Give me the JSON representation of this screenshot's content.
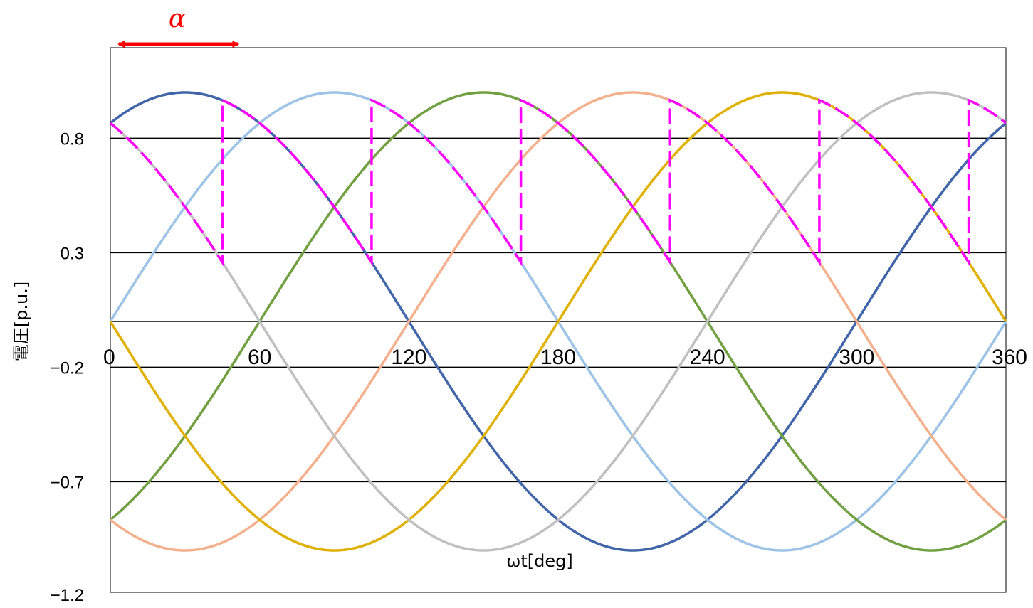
{
  "chart_data": {
    "type": "line",
    "title": "",
    "xlabel": "ωt[deg]",
    "ylabel": "電圧[p.u.]",
    "xlim": [
      0,
      360
    ],
    "ylim": [
      -1.2,
      1.2
    ],
    "x_ticks": [
      0,
      60,
      120,
      180,
      240,
      300,
      360
    ],
    "y_ticks": [
      0.8,
      0.3,
      -0.2,
      -0.7,
      -1.2
    ],
    "y_tick_labels": [
      "0.8",
      "0.3",
      "−0.2",
      "−0.7",
      "−1.2"
    ],
    "grid": "horizontal",
    "legend": "none",
    "series": [
      {
        "color": "#4065a8",
        "amplitude": 1.0,
        "phase_deg": 60
      },
      {
        "color": "#9dc3e6",
        "amplitude": 1.0,
        "phase_deg": 0
      },
      {
        "color": "#70a040",
        "amplitude": 1.0,
        "phase_deg": -60
      },
      {
        "color": "#f4b08c",
        "amplitude": 1.0,
        "phase_deg": -120
      },
      {
        "color": "#e0b000",
        "amplitude": 1.0,
        "phase_deg": 180
      },
      {
        "color": "#c0c0c0",
        "amplitude": 1.0,
        "phase_deg": 120
      }
    ],
    "output_waveform": {
      "color": "#ff00ff",
      "style": "dashed",
      "firing_angle_deg": 45,
      "points": [
        [
          0,
          0.866
        ],
        [
          45,
          0.259
        ],
        [
          45,
          0.966
        ],
        [
          105,
          0.259
        ],
        [
          105,
          0.966
        ],
        [
          165,
          0.259
        ],
        [
          165,
          0.966
        ],
        [
          225,
          0.259
        ],
        [
          225,
          0.966
        ],
        [
          285,
          0.259
        ],
        [
          285,
          0.966
        ],
        [
          345,
          0.259
        ],
        [
          345,
          0.966
        ],
        [
          360,
          0.866
        ]
      ]
    },
    "annotation": {
      "label": "α",
      "from_deg": 0,
      "to_deg": 45,
      "color": "#ff0000"
    }
  }
}
